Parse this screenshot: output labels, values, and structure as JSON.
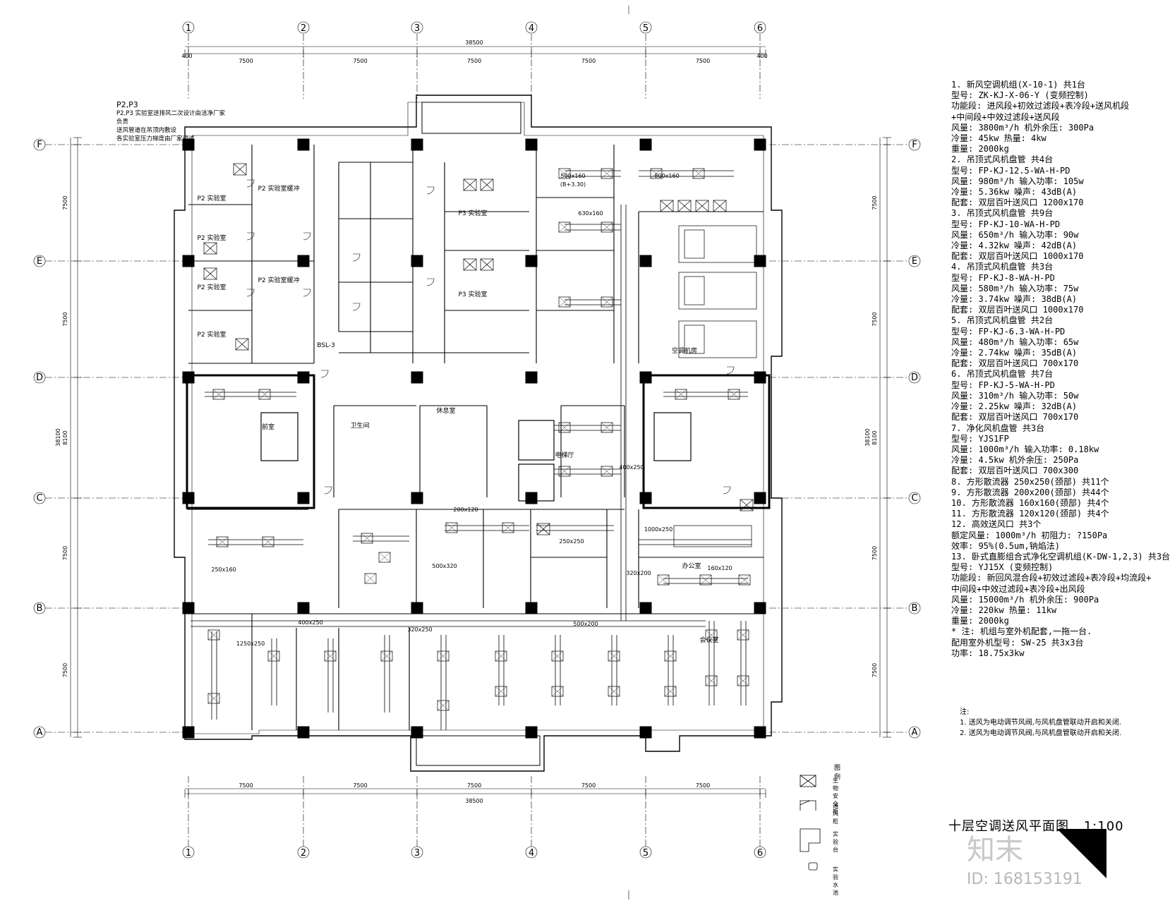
{
  "drawing": {
    "title": "十层空调送风平面图",
    "scale": "1:100",
    "watermark": "知末",
    "watermark_id": "ID: 168153191"
  },
  "axes": {
    "columns": [
      "1",
      "2",
      "3",
      "4",
      "5",
      "6"
    ],
    "rows": [
      "A",
      "B",
      "C",
      "D",
      "E",
      "F"
    ],
    "span_labels": [
      "7500",
      "7500",
      "7500",
      "7500",
      "7500"
    ],
    "overall": "38500",
    "overall_vertical": "38100",
    "row_spans": [
      "7500",
      "7500",
      "8100",
      "7500",
      "7500"
    ],
    "edge_offset": "400"
  },
  "top_note": {
    "heading": "P2,P3",
    "lines": [
      "P2,P3 实验室送排风二次设计由洁净厂家负责",
      "送风管道在吊顶内敷设",
      "各实验室压力梯度由厂家调试"
    ]
  },
  "rooms": [
    {
      "name": "P2 实验室"
    },
    {
      "name": "P2 实验室"
    },
    {
      "name": "P2 实验室"
    },
    {
      "name": "P2 实验室"
    },
    {
      "name": "P2 实验室缓冲"
    },
    {
      "name": "P2 实验室缓冲"
    },
    {
      "name": "P3 实验室"
    },
    {
      "name": "P3 实验室"
    },
    {
      "name": "BSL-3"
    },
    {
      "name": "空调机房"
    },
    {
      "name": "前室"
    },
    {
      "name": "电梯厅"
    },
    {
      "name": "卫生间"
    },
    {
      "name": "休息室"
    },
    {
      "name": "办公室"
    },
    {
      "name": "会议室"
    }
  ],
  "duct_labels": [
    "500x160",
    "(B+3.30)",
    "800x160",
    "630x160",
    "400x250",
    "320x200",
    "250x250",
    "320x250",
    "400x250",
    "500x200",
    "200x120",
    "1250x250",
    "500x320",
    "1000x250",
    "160x120",
    "250x160"
  ],
  "notes": [
    "1. 新风空调机组(X-10-1)    共1台",
    "   型号: ZK-KJ-X-06-Y (变频控制)",
    "   功能段: 进风段+初效过滤段+表冷段+送风机段",
    "   +中间段+中效过滤段+送风段",
    "   风量: 3800m³/h   机外余压: 300Pa",
    "   冷量: 45kw        热量: 4kw",
    "   重量: 2000kg",
    "2. 吊顶式风机盘管            共4台",
    "   型号: FP-KJ-12.5-WA-H-PD",
    "   风量: 980m³/h   输入功率: 105w",
    "   冷量: 5.36kw     噪声: 43dB(A)",
    "   配套: 双层百叶送风口 1200x170",
    "3. 吊顶式风机盘管            共9台",
    "   型号: FP-KJ-10-WA-H-PD",
    "   风量: 650m³/h   输入功率: 90w",
    "   冷量: 4.32kw     噪声: 42dB(A)",
    "   配套: 双层百叶送风口 1000x170",
    "4. 吊顶式风机盘管            共3台",
    "   型号: FP-KJ-8-WA-H-PD",
    "   风量: 580m³/h   输入功率: 75w",
    "   冷量: 3.74kw     噪声: 38dB(A)",
    "   配套: 双层百叶送风口 1000x170",
    "5. 吊顶式风机盘管            共2台",
    "   型号: FP-KJ-6.3-WA-H-PD",
    "   风量: 480m³/h   输入功率: 65w",
    "   冷量: 2.74kw     噪声: 35dB(A)",
    "   配套: 双层百叶送风口 700x170",
    "6. 吊顶式风机盘管            共7台",
    "   型号: FP-KJ-5-WA-H-PD",
    "   风量: 310m³/h   输入功率: 50w",
    "   冷量: 2.25kw     噪声: 32dB(A)",
    "   配套: 双层百叶送风口 700x170",
    "7. 净化风机盘管              共3台",
    "   型号: YJS1FP",
    "   风量: 1000m³/h   输入功率: 0.18kw",
    "   冷量: 4.5kw       机外余压: 250Pa",
    "   配套: 双层百叶送风口 700x300",
    "8. 方形散流器 250x250(颈部)      共11个",
    "9. 方形散流器 200x200(颈部)      共44个",
    "10. 方形散流器 160x160(颈部)     共4个",
    "11. 方形散流器 120x120(颈部)     共4个",
    "12. 高效送风口                   共3个",
    "    额定风量: 1000m³/h  初阻力: ?150Pa",
    "    效率: 95%(0.5um,钠焰法)",
    "13. 卧式直膨组合式净化空调机组(K-DW-1,2,3)   共3台",
    "    型号: YJ15X (变频控制)",
    "    功能段: 新回风混合段+初效过滤段+表冷段+均流段+",
    "    中间段+中效过滤段+表冷段+出风段",
    "    风量: 15000m³/h   机外余压: 900Pa",
    "    冷量: 220kw        热量: 11kw",
    "    重量: 2000kg",
    "    * 注: 机组与室外机配套,一拖一台.",
    "    配用室外机型号: SW-25        共3x3台",
    "    功率: 18.75x3kw"
  ],
  "remarks": {
    "heading": "注:",
    "items": [
      "1. 送风为电动调节风阀,与风机盘管联动开启和关闭.",
      "2. 送风为电动调节风阀,与风机盘管联动开启和关闭."
    ]
  },
  "legend": {
    "heading": "图例",
    "items": [
      {
        "symbol": "box-x",
        "text": "生物安全柜"
      },
      {
        "symbol": "hood",
        "text": "通风柜"
      },
      {
        "symbol": "bench",
        "text": "实验台"
      },
      {
        "symbol": "sink",
        "text": "实验水池"
      }
    ]
  }
}
